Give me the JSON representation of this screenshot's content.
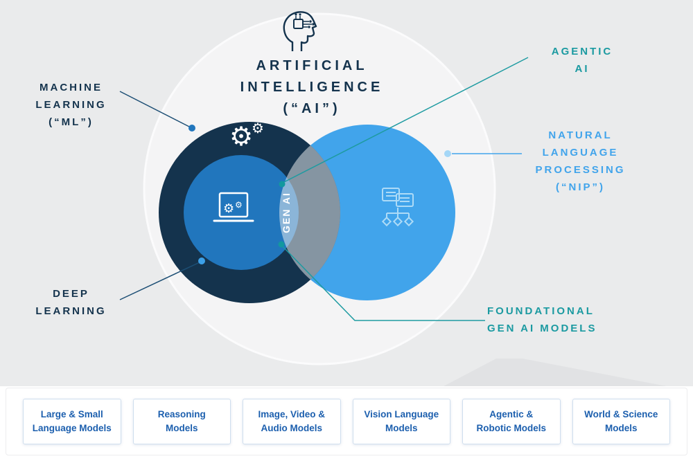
{
  "title": {
    "ai": "ARTIFICIAL\nINTELLIGENCE\n(“AI”)"
  },
  "venn": {
    "machine_learning": "MACHINE\nLEARNING\n(“ML”)",
    "deep_learning": "DEEP\nLEARNING",
    "agentic_ai": "AGENTIC\nAI",
    "nlp": "NATURAL\nLANGUAGE\nPROCESSING\n(“NIP”)",
    "gen_ai": "GEN AI",
    "foundational": "FOUNDATIONAL\nGEN AI MODELS"
  },
  "icons": {
    "ai_head": "head-with-circuit-brain",
    "gears": "gears",
    "laptop_gears": "laptop-with-gears",
    "nlp_docs": "documents-flowchart-nodes",
    "gear_glyph": "⚙"
  },
  "colors": {
    "background": "#eaebec",
    "outer_circle": "#f4f4f5",
    "ml_circle": "#14334d",
    "dl_circle": "#2176bd",
    "nlp_circle": "#41a4eb",
    "overlap_tint": "rgba(237,239,242,0.52)",
    "teal_accent": "#1b9aa1",
    "navy_text": "#14334d",
    "nlp_text": "#41a4eb",
    "model_text": "#1c5fae"
  },
  "models": [
    "Large & Small\nLanguage Models",
    "Reasoning\nModels",
    "Image, Video &\nAudio Models",
    "Vision Language\nModels",
    "Agentic &\nRobotic Models",
    "World & Science\nModels"
  ]
}
